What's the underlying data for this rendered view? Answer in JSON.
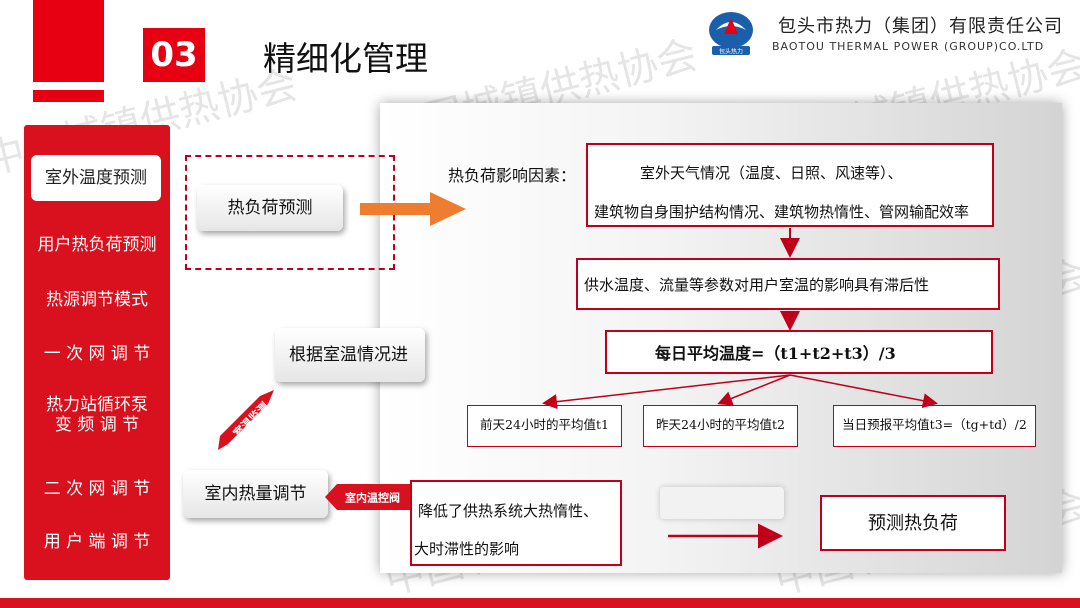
{
  "header": {
    "section_number": "03",
    "title": "精细化管理",
    "company_cn": "包头市热力（集团）有限责任公司",
    "company_en": "BAOTOU THERMAL POWER (GROUP)CO.LTD",
    "logo_text": "包头热力",
    "accent_color": "#e60012"
  },
  "sidebar": {
    "items": [
      {
        "label": "室外温度预测",
        "active": true
      },
      {
        "label": "用户热负荷预测"
      },
      {
        "label": "热源调节模式"
      },
      {
        "label": "一 次 网 调 节"
      },
      {
        "label": "热力站循环泵"
      },
      {
        "label": "变 频 调 节"
      },
      {
        "label": "二 次 网 调 节"
      },
      {
        "label": "用 户 端 调 节"
      }
    ]
  },
  "flow": {
    "heat_load_forecast": "热负荷预测",
    "adjust_by_room_temp": "根据室温情况进",
    "indoor_heat_adjust": "室内热量调节",
    "tag_room_monitor": "室温监测",
    "tag_room_control": "室内温控阀",
    "factors_label": "热负荷影响因素：",
    "factor_line1": "室外天气情况（温度、日照、风速等）、",
    "factor_line2": "建筑物自身围护结构情况、建筑物热惰性、管网输配效率",
    "lag_text": "供水温度、流量等参数对用户室温的影响具有滞后性",
    "daily_avg": "每日平均温度=（t1+t2+t3）/3",
    "prev_day": "前天24小时的平均值t1",
    "yesterday": "昨天24小时的平均值t2",
    "today_forecast": "当日预报平均值t3=（tg+td）/2",
    "reduce_line1": "降低了供热系统大热惰性、",
    "reduce_line2": "大时滞性的影响",
    "predict_load": "预测热负荷"
  },
  "watermark": "中国城镇供热协会"
}
